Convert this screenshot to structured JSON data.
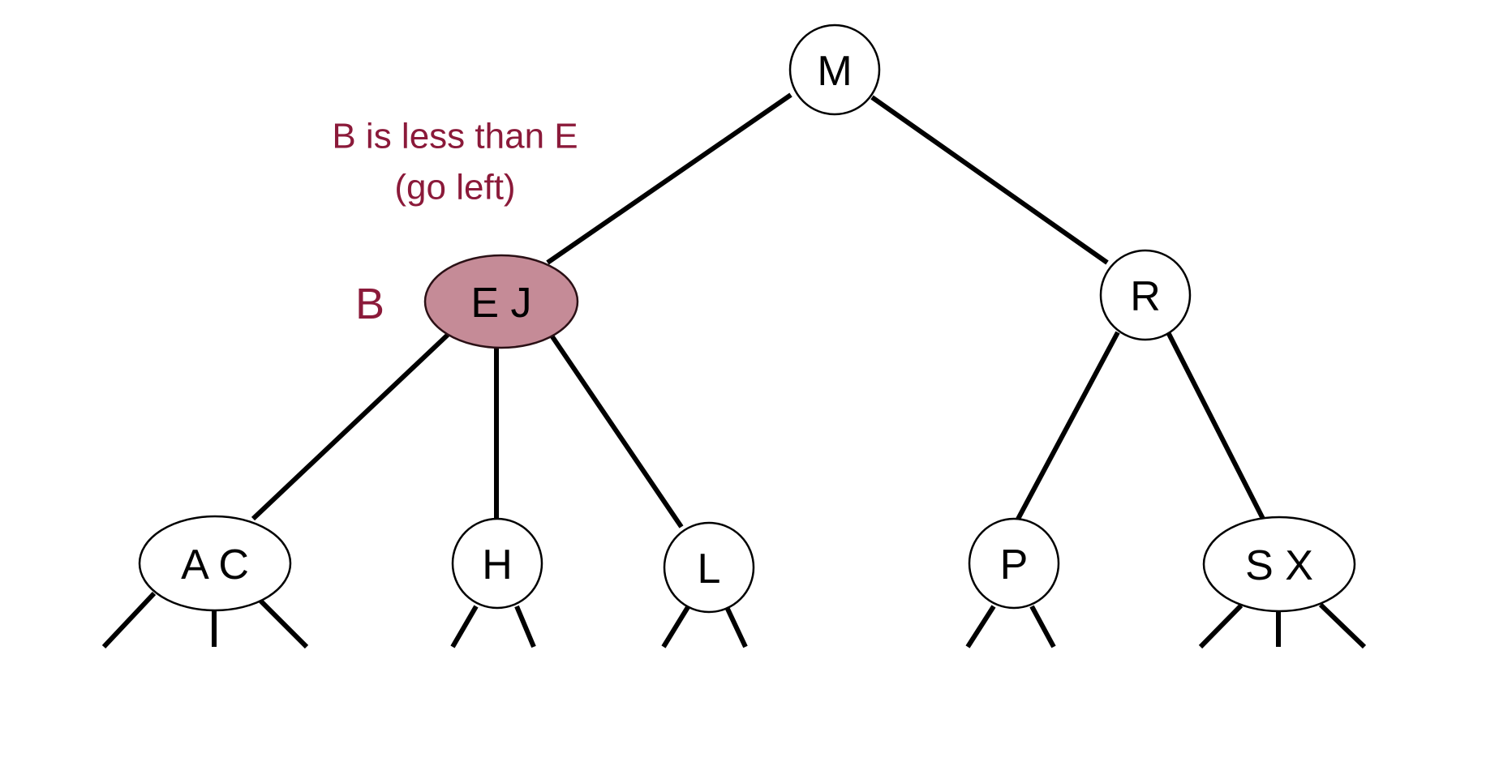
{
  "colors": {
    "accent": "#8b1a3a",
    "highlight_fill": "#c58b97",
    "edge": "#000000",
    "node_fill": "#ffffff"
  },
  "annotation": {
    "line1": "B is less than E",
    "line2": "(go left)"
  },
  "search_key": "B",
  "nodes": {
    "root": "M",
    "left_internal": "E J",
    "right_internal": "R",
    "leaf_1": "A C",
    "leaf_2": "H",
    "leaf_3": "L",
    "leaf_4": "P",
    "leaf_5": "S X"
  },
  "highlighted_node": "left_internal"
}
